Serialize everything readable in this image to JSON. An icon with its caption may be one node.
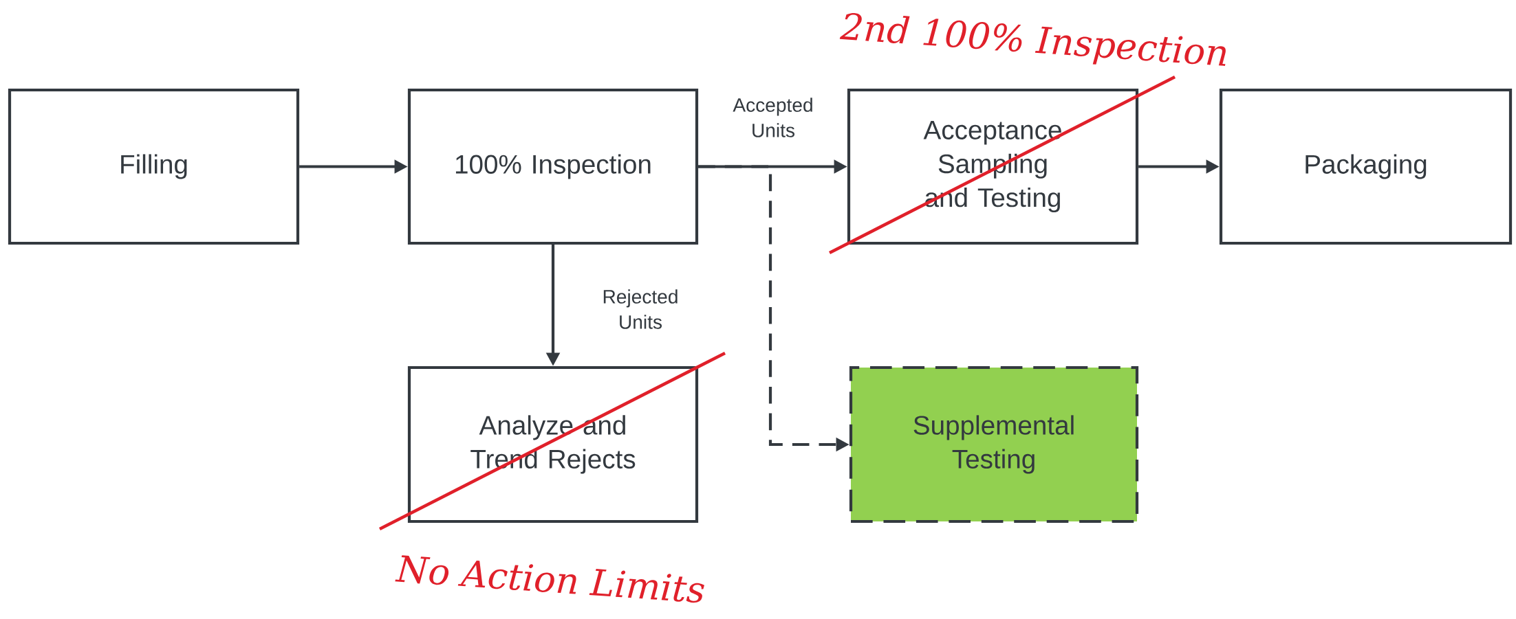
{
  "diagram": {
    "nodes": [
      {
        "text": [
          "Filling"
        ]
      },
      {
        "text": [
          "100% Inspection"
        ]
      },
      {
        "text": [
          "Acceptance Sampling and Testing"
        ]
      },
      {
        "text": [
          "Packaging"
        ]
      },
      {
        "text": [
          "Analyze and Trend Rejects"
        ]
      },
      {
        "text": [
          "Supplemental Testing"
        ]
      }
    ],
    "edges": [
      {
        "from": 0,
        "to": 1,
        "arrow": "to"
      },
      {
        "from": 1,
        "to": 2,
        "arrow": "to",
        "label": "Accepted Units"
      },
      {
        "from": 2,
        "to": 3,
        "arrow": "to"
      },
      {
        "from": 1,
        "to": 4,
        "arrow": "to",
        "label": "Rejected Units"
      },
      {
        "from": 1,
        "to": 5,
        "arrow": "to",
        "style": "dashed"
      }
    ],
    "labels": [
      "2nd 100% Inspection",
      "No Action Limits"
    ]
  }
}
